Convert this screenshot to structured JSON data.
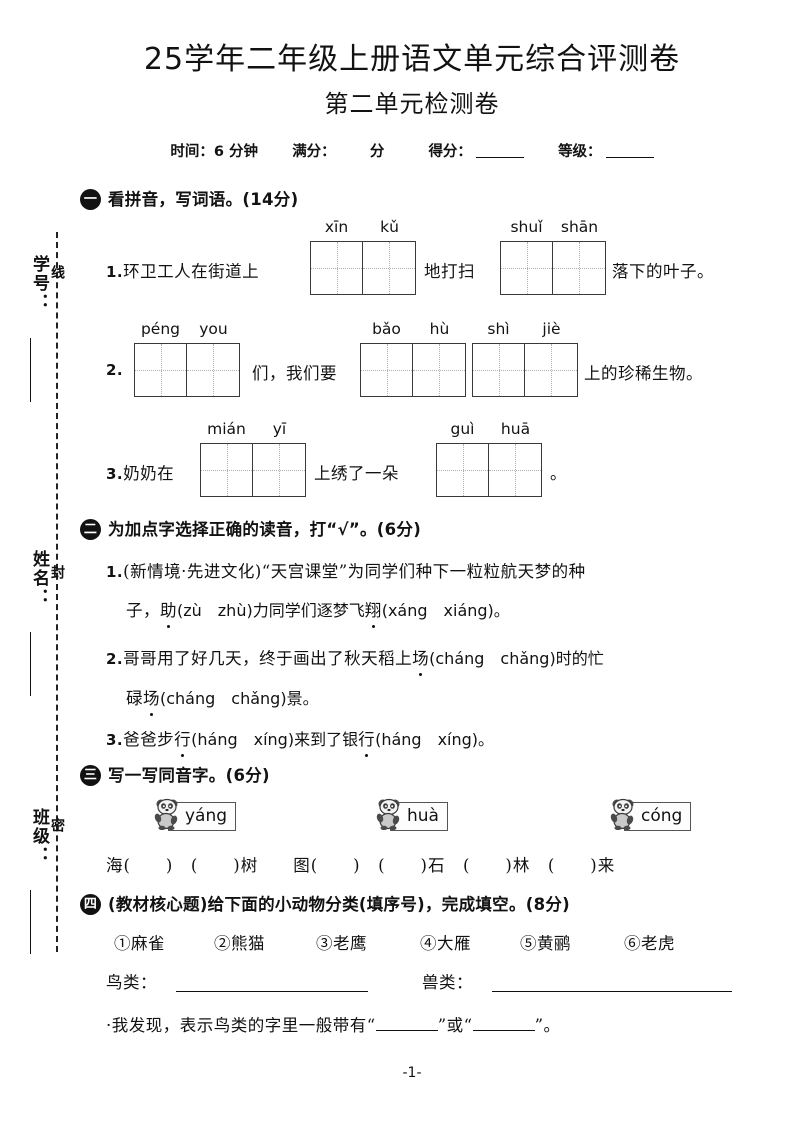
{
  "margin": {
    "fields": [
      {
        "label": "学号："
      },
      {
        "label": "姓名："
      },
      {
        "label": "班级："
      }
    ],
    "seal_chars": [
      "线",
      "封",
      "密"
    ]
  },
  "header": {
    "title": "25学年二年级上册语文单元综合评测卷",
    "subtitle": "第二单元检测卷",
    "meta": {
      "time_label": "时间：6 分钟",
      "total_label": "满分：",
      "total_unit": "分",
      "score_label": "得分：",
      "grade_label": "等级："
    }
  },
  "sections": [
    {
      "num": "一",
      "title": "看拼音，写词语。(14分)",
      "items": [
        {
          "index": "1.",
          "lead": "环卫工人在街道上",
          "mid": "地打扫",
          "tail": "落下的叶子。",
          "boxes": [
            {
              "pinyin": [
                "xīn",
                "kǔ"
              ]
            },
            {
              "pinyin": [
                "shuǐ",
                "shān"
              ]
            }
          ]
        },
        {
          "index": "2.",
          "lead": "",
          "mid_a": "们，我们要",
          "tail": "上的珍稀生物。",
          "boxes": [
            {
              "pinyin": [
                "péng",
                "you"
              ]
            },
            {
              "pinyin": [
                "bǎo",
                "hù"
              ]
            },
            {
              "pinyin": [
                "shì",
                "jiè"
              ]
            }
          ]
        },
        {
          "index": "3.",
          "lead": "奶奶在",
          "mid": "上绣了一朵",
          "tail": "。",
          "boxes": [
            {
              "pinyin": [
                "mián",
                "yī"
              ]
            },
            {
              "pinyin": [
                "guì",
                "huā"
              ]
            }
          ]
        }
      ]
    },
    {
      "num": "二",
      "title": "为加点字选择正确的读音，打“√”。(6分)",
      "items": [
        {
          "index": "1.",
          "line1": "(新情境·先进文化)“天宫课堂”为同学们种下一粒粒航天梦的种",
          "line2_pre": "子，",
          "line2_dot1": "助",
          "line2_mid": "(zù　zhù)力同学们逐梦飞",
          "line2_dot2": "翔",
          "line2_post": "(xáng　xiáng)。"
        },
        {
          "index": "2.",
          "line1_pre": "哥哥用了好几天，终于画出了秋天稻上",
          "line1_dot": "场",
          "line1_post": "(cháng　chǎng)时的忙",
          "line2_pre": "碌",
          "line2_dot": "场",
          "line2_post": "(cháng　chǎng)景。"
        },
        {
          "index": "3.",
          "pre": "爸爸步",
          "dot1": "行",
          "mid": "(háng　xíng)来到了银",
          "dot2": "行",
          "post": "(háng　xíng)。"
        }
      ]
    },
    {
      "num": "三",
      "title": "写一写同音字。(6分)",
      "chips": [
        {
          "pinyin": "yáng",
          "icon": "panda-icon"
        },
        {
          "pinyin": "huà",
          "icon": "panda-icon"
        },
        {
          "pinyin": "cóng",
          "icon": "panda-icon"
        }
      ],
      "answer_line": "海(　　)　(　　)树　　图(　　)　(　　)石　(　　)林　(　　)来"
    },
    {
      "num": "四",
      "title": "(教材核心题)给下面的小动物分类(填序号)，完成填空。(8分)",
      "options": [
        "①麻雀",
        "②熊猫",
        "③老鹰",
        "④大雁",
        "⑤黄鹂",
        "⑥老虎"
      ],
      "fill": {
        "birds_label": "鸟类：",
        "beasts_label": "兽类："
      },
      "discovery_pre": "·我发现，表示鸟类的字里一般带有“",
      "discovery_mid": "”或“",
      "discovery_post": "”。"
    }
  ],
  "footer": {
    "page_number": "-1-"
  }
}
